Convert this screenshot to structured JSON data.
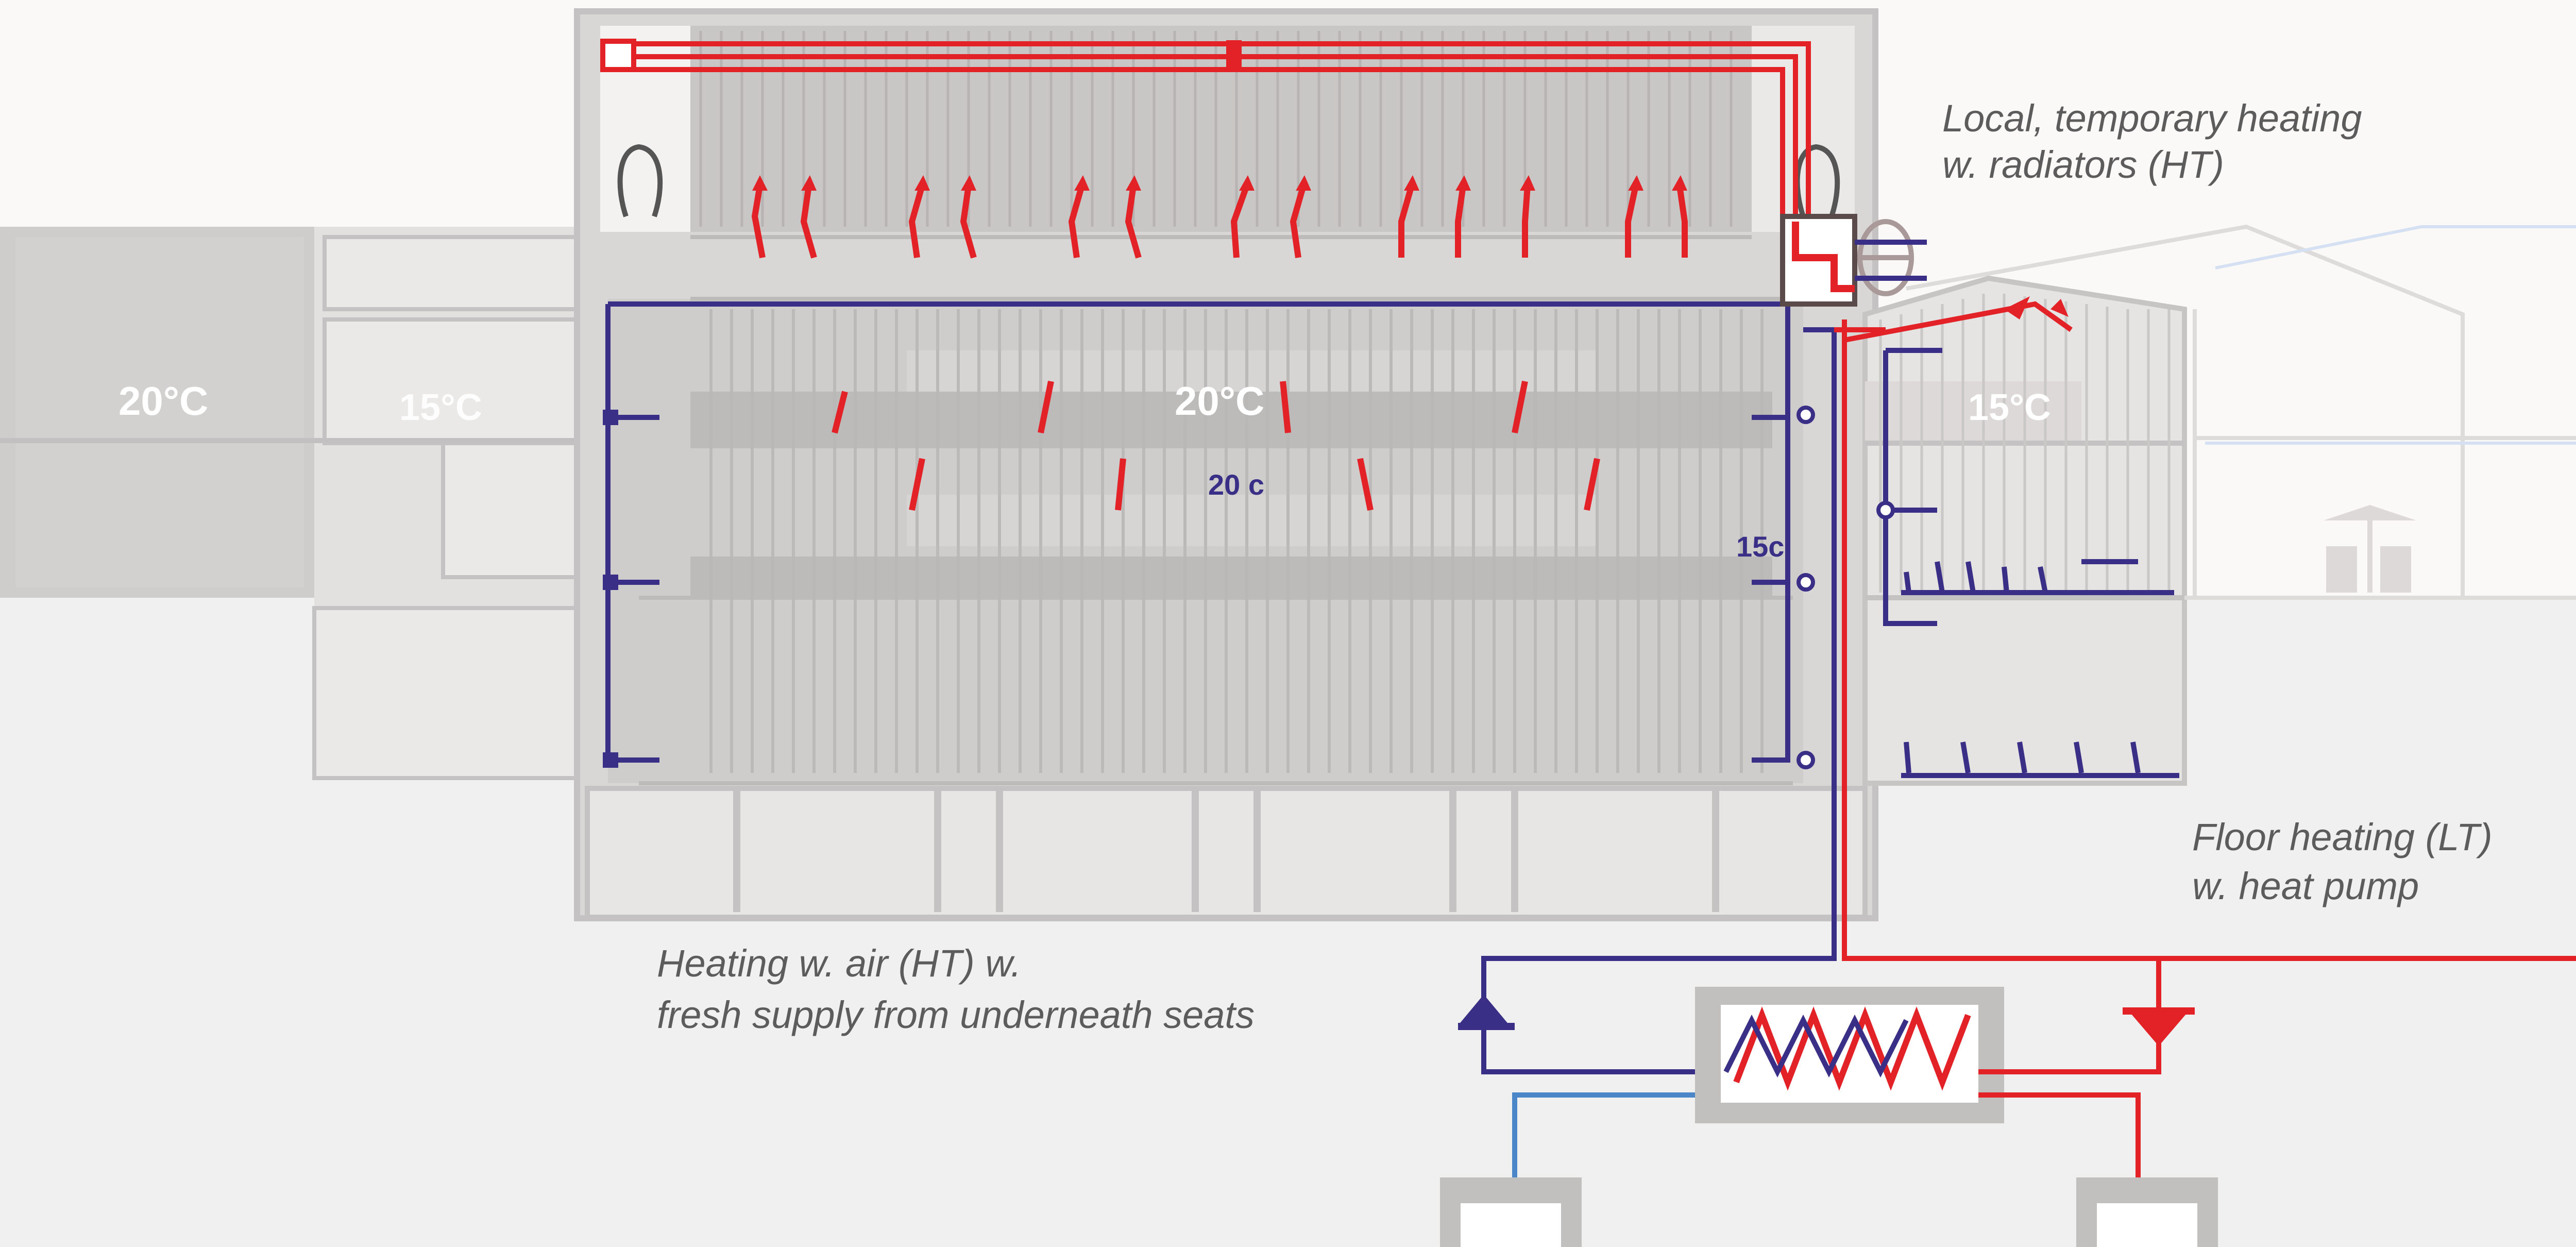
{
  "labels": {
    "local_heating": [
      "Local, temporary heating",
      "w. radiators (HT)"
    ],
    "floor_heating": [
      "Floor heating (LT)",
      "w. heat pump"
    ],
    "air_heating": [
      "Heating w. air (HT) w.",
      "fresh supply from underneath seats"
    ]
  },
  "temperatures": {
    "left_building": "20°C",
    "left_annex": "15°C",
    "hall": "20°C",
    "right_annex": "15°C",
    "hall_small": "20 c",
    "side_small": "15c"
  },
  "colors": {
    "supply": "#e32228",
    "return": "#3a2f86",
    "cold_water": "#4a86c8",
    "building": "#c9c7c7",
    "building_dark": "#b9b7b7",
    "background": "#f3f1f1"
  },
  "icons": {
    "heat_exchanger": "heat-exchanger-icon",
    "pump_up": "return-pump-icon",
    "pump_down": "supply-pump-icon",
    "radiator": "radiator-icon",
    "valve": "valve-icon"
  }
}
